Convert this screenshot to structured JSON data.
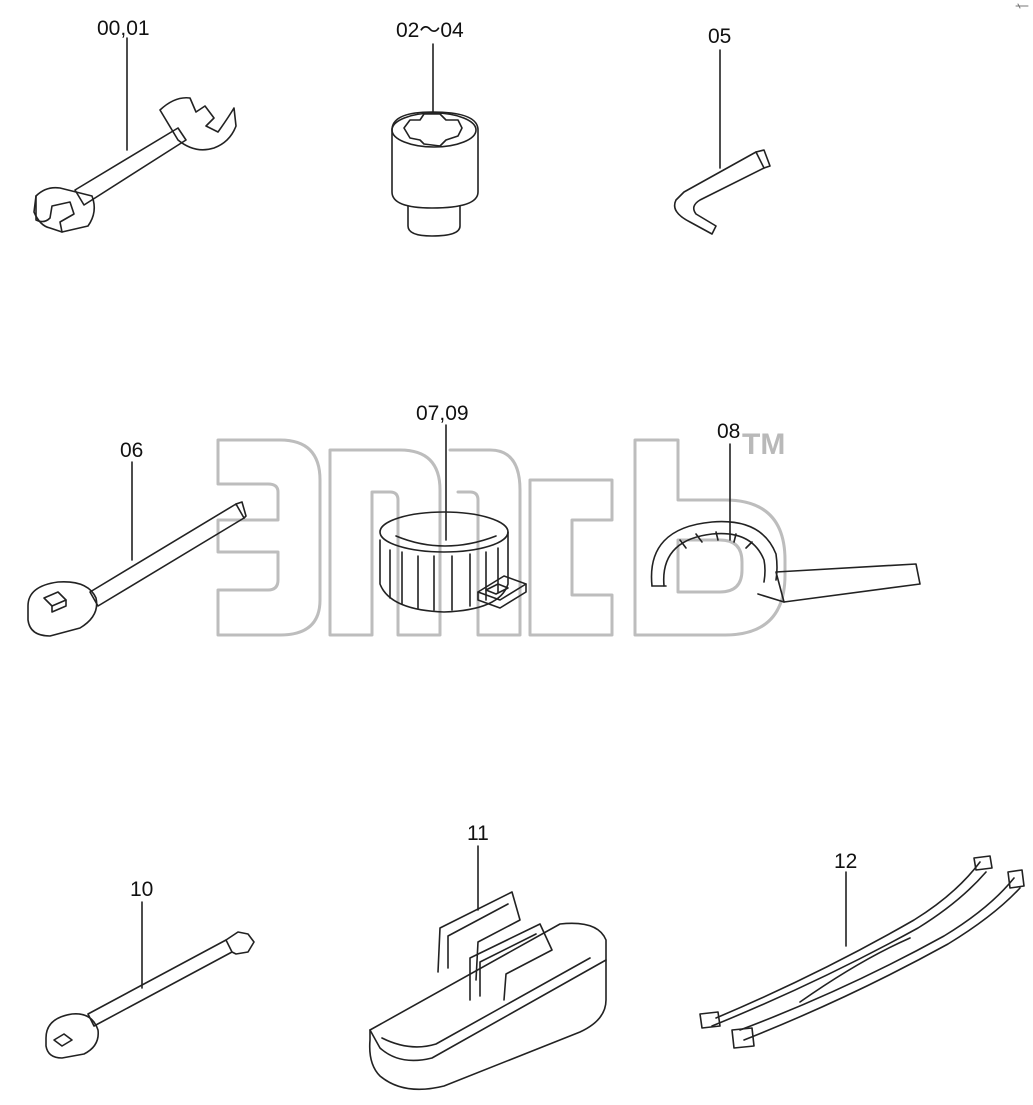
{
  "diagram": {
    "callouts": [
      {
        "id": "wrench",
        "label": "00,01"
      },
      {
        "id": "socket",
        "label": "02～04"
      },
      {
        "id": "hex-key",
        "label": "05"
      },
      {
        "id": "ratchet",
        "label": "06"
      },
      {
        "id": "filter-wrench",
        "label": "07,09"
      },
      {
        "id": "hook-wrench",
        "label": "08"
      },
      {
        "id": "extension-bar",
        "label": "10"
      },
      {
        "id": "tool-bag",
        "label": "11"
      },
      {
        "id": "strap",
        "label": "12"
      }
    ]
  },
  "watermark": {
    "trademark": "TM",
    "color": "#bdbdbd"
  },
  "colors": {
    "line": "#222222",
    "background": "#ffffff"
  }
}
